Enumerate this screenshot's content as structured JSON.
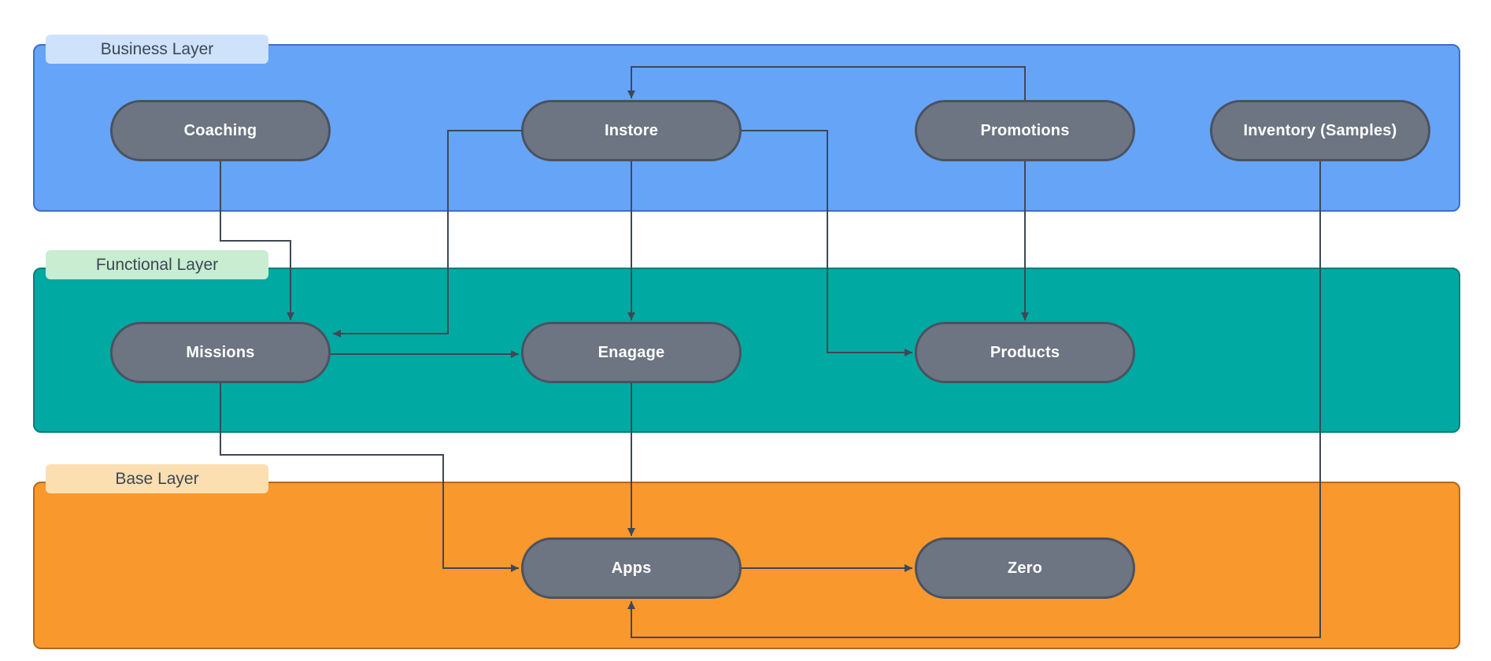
{
  "layers": [
    {
      "id": "business",
      "label": "Business Layer"
    },
    {
      "id": "functional",
      "label": "Functional Layer"
    },
    {
      "id": "base",
      "label": "Base Layer"
    }
  ],
  "nodes": [
    {
      "id": "coaching",
      "layer": "business",
      "label": "Coaching"
    },
    {
      "id": "instore",
      "layer": "business",
      "label": "Instore"
    },
    {
      "id": "promotions",
      "layer": "business",
      "label": "Promotions"
    },
    {
      "id": "inventory",
      "layer": "business",
      "label": "Inventory (Samples)"
    },
    {
      "id": "missions",
      "layer": "functional",
      "label": "Missions"
    },
    {
      "id": "enagage",
      "layer": "functional",
      "label": "Enagage"
    },
    {
      "id": "products",
      "layer": "functional",
      "label": "Products"
    },
    {
      "id": "apps",
      "layer": "base",
      "label": "Apps"
    },
    {
      "id": "zero",
      "layer": "base",
      "label": "Zero"
    }
  ],
  "edges": [
    {
      "from": "coaching",
      "to": "missions"
    },
    {
      "from": "promotions",
      "to": "instore"
    },
    {
      "from": "instore",
      "to": "enagage"
    },
    {
      "from": "instore",
      "to": "missions"
    },
    {
      "from": "instore",
      "to": "products"
    },
    {
      "from": "promotions",
      "to": "products"
    },
    {
      "from": "missions",
      "to": "enagage"
    },
    {
      "from": "enagage",
      "to": "apps"
    },
    {
      "from": "missions",
      "to": "apps"
    },
    {
      "from": "inventory",
      "to": "apps"
    },
    {
      "from": "apps",
      "to": "zero"
    }
  ],
  "colors": {
    "canvas_bg": "#ffffff",
    "line": "#3e4856",
    "node_fill": "#6d7482",
    "node_border": "#4a5260",
    "node_text": "#ffffff",
    "label_text": "#3d4754",
    "business_band": "#66a4f7",
    "business_band_border": "#3e6fc1",
    "business_label_bg": "#cee2fb",
    "functional_band": "#00a9a1",
    "functional_band_border": "#0a7f78",
    "functional_label_bg": "#c8edd1",
    "base_band": "#f8982d",
    "base_band_border": "#b5681b",
    "base_label_bg": "#fbdfb1"
  }
}
